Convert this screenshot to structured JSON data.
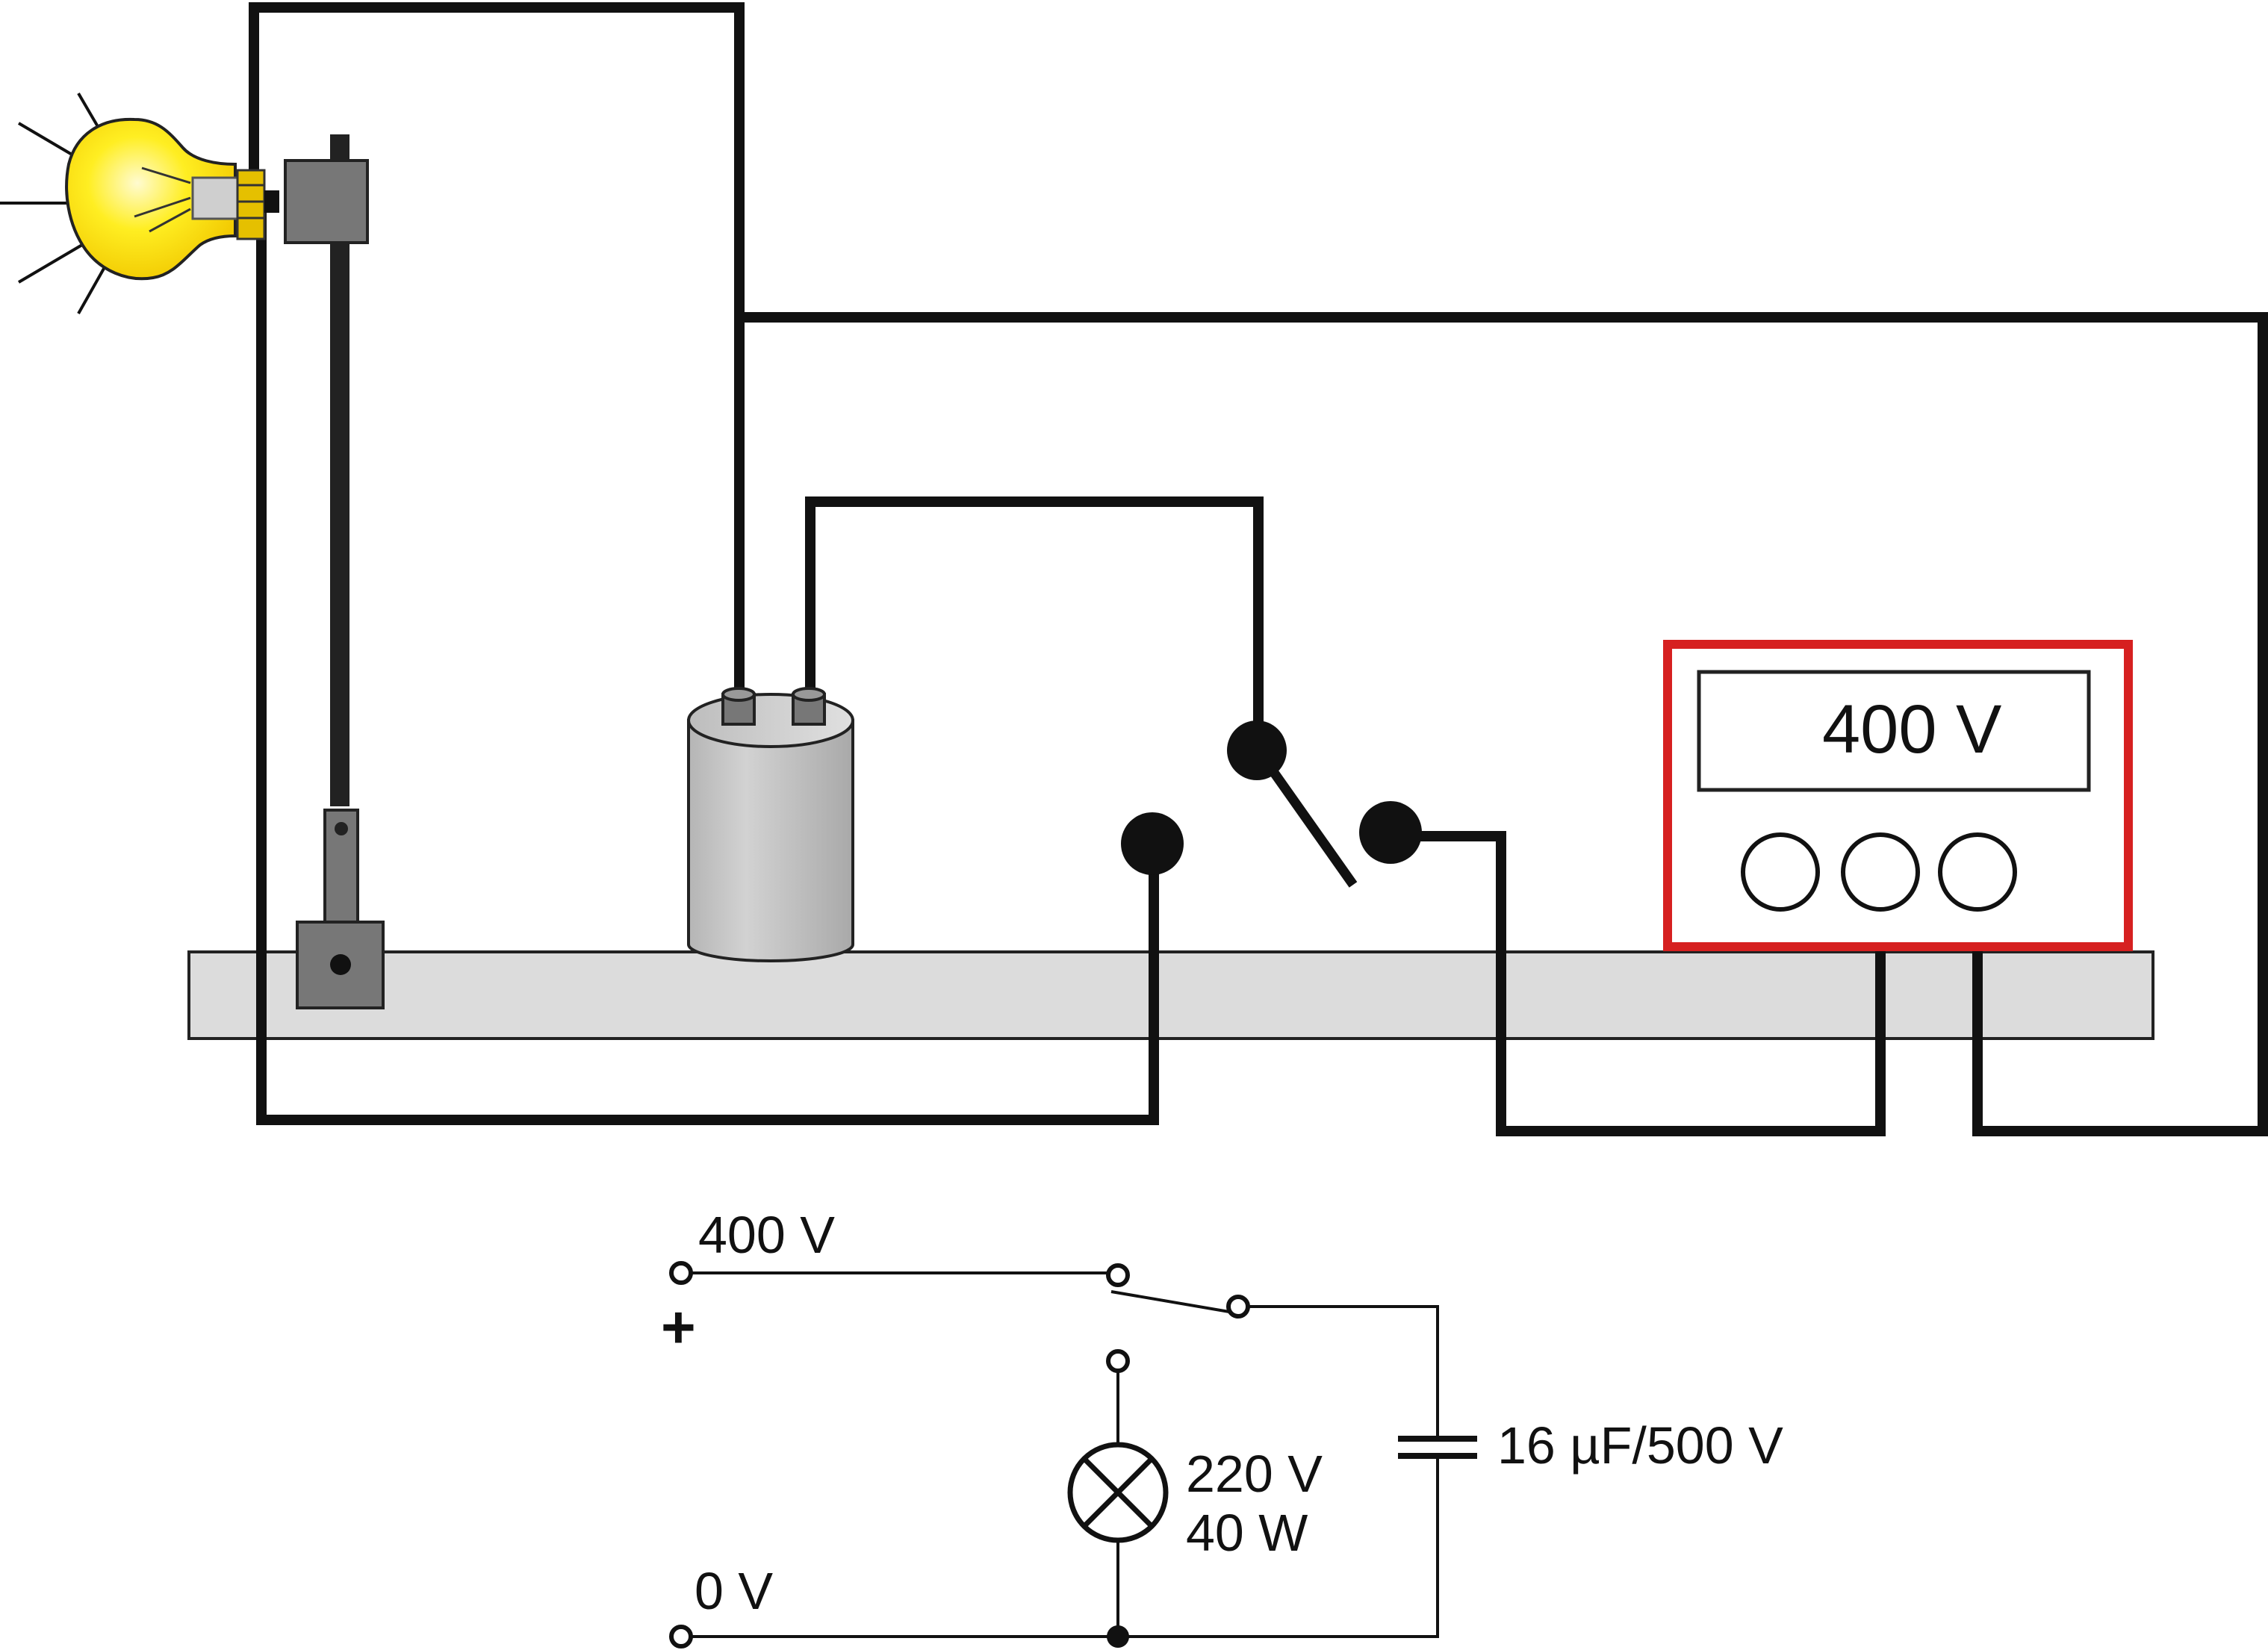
{
  "colors": {
    "background": "#ffffff",
    "wire": "#111111",
    "bench": "#dcdcdc",
    "meter_frame": "#d62020",
    "bulb": "#ffee22",
    "capacitor": "#c2c2c2",
    "holder": "#777777"
  },
  "icons": {
    "lamp": "light-bulb-icon",
    "socket": "socket-terminal-icon",
    "switch": "switch-icon",
    "capacitor": "capacitor-icon",
    "meter": "voltmeter-icon"
  },
  "apparatus": {
    "meter_display": "400 V"
  },
  "schematic": {
    "supply_high": "400 V",
    "supply_low": "0 V",
    "polarity": "+",
    "lamp_voltage": "220 V",
    "lamp_power": "40 W",
    "capacitor_rating": "16 µF/500 V"
  }
}
